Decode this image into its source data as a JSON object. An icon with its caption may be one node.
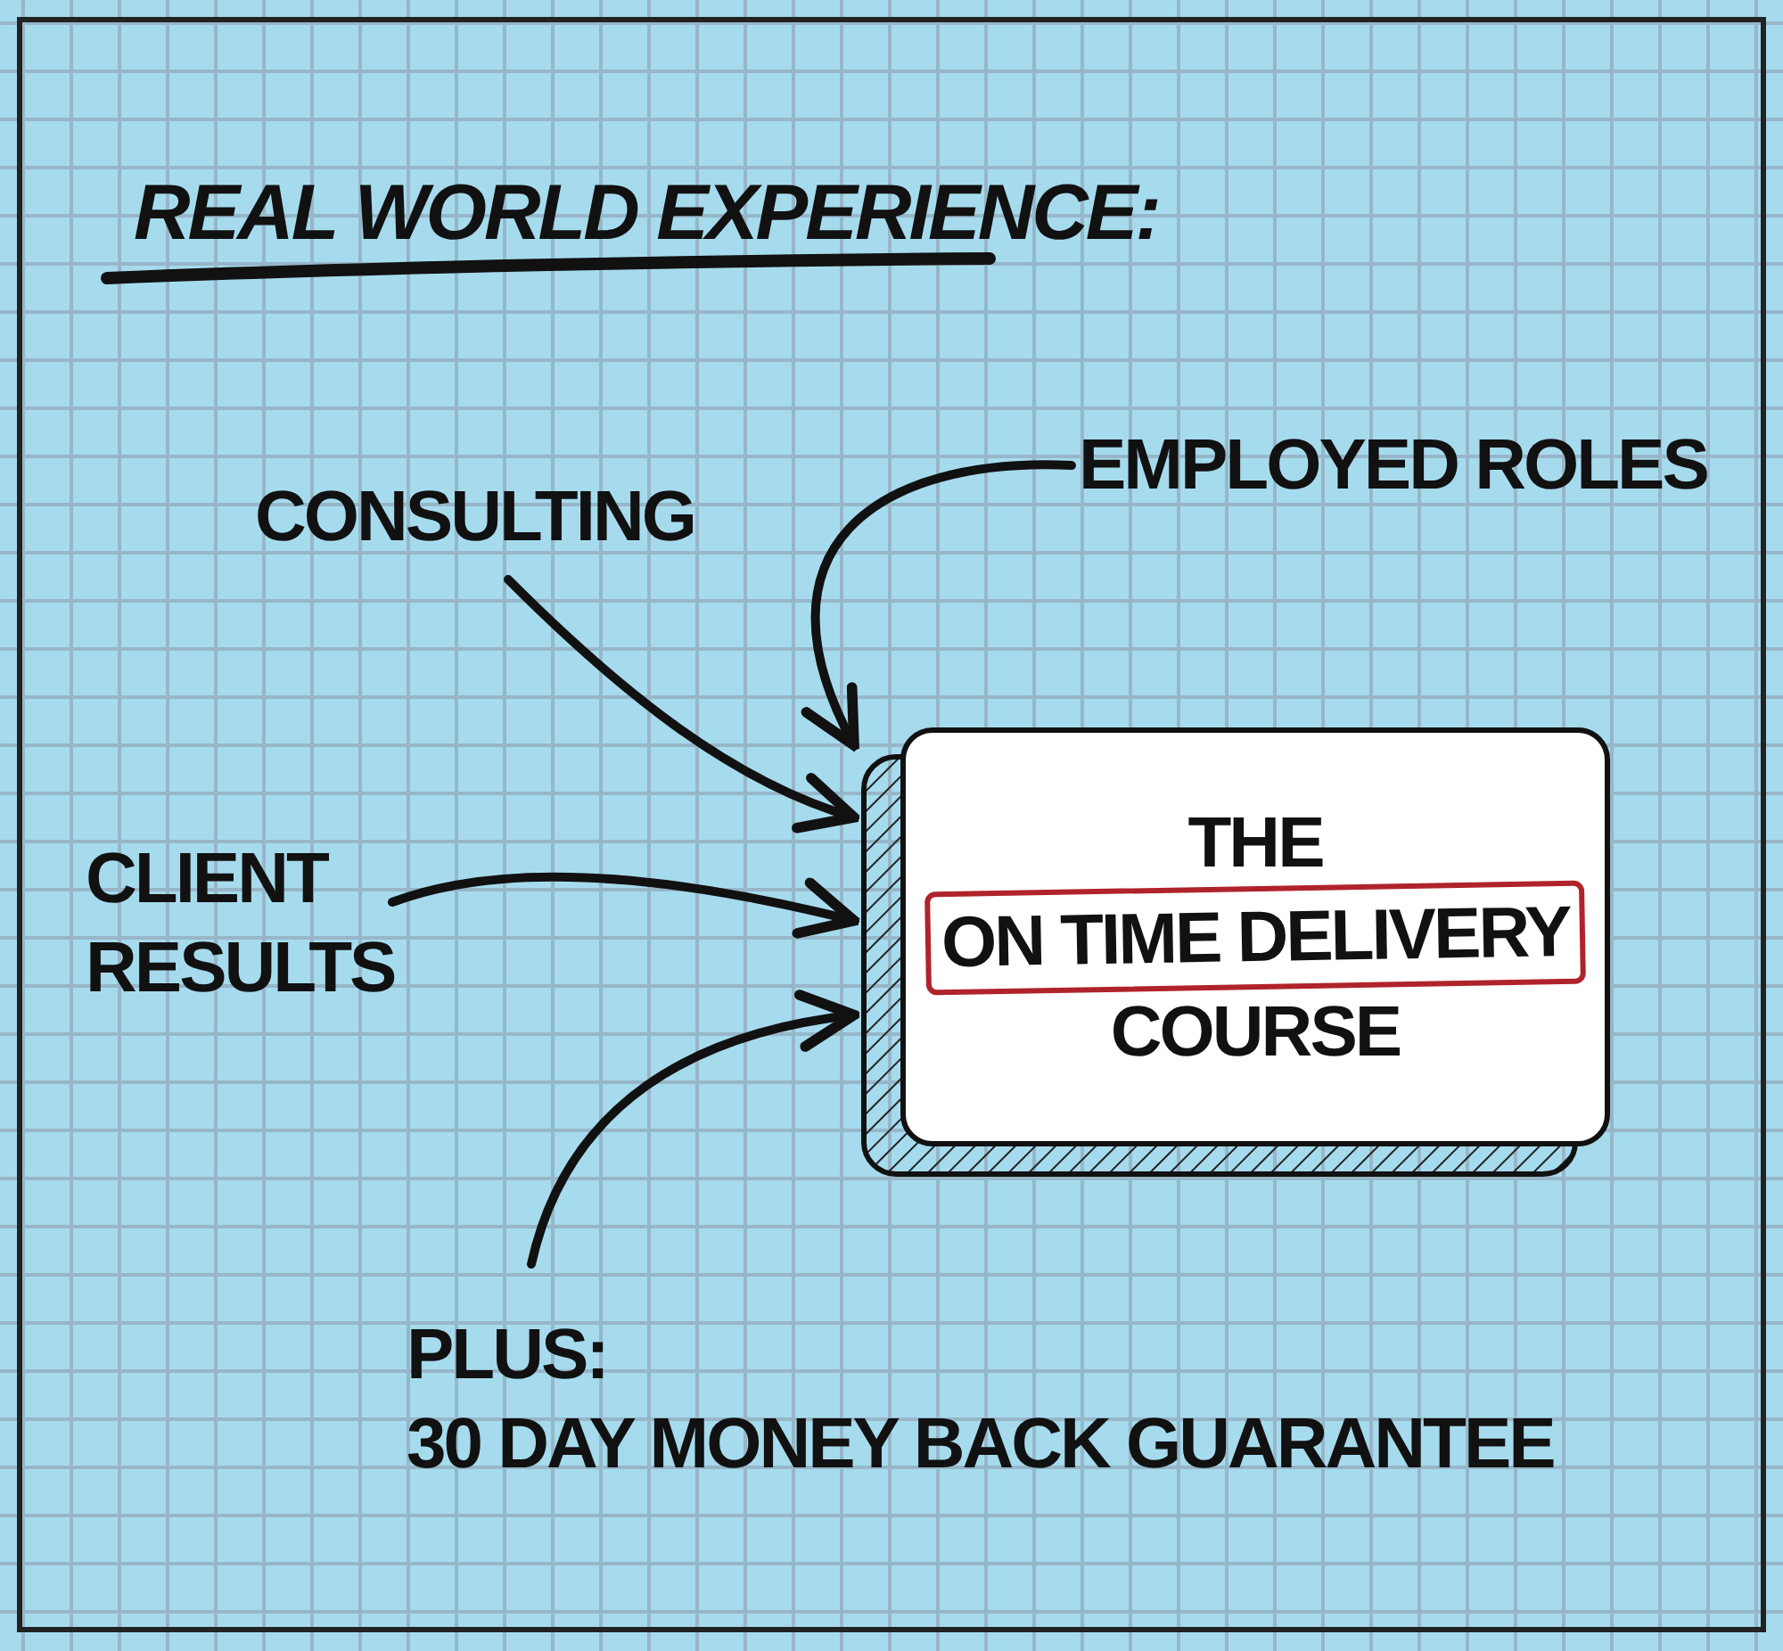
{
  "diagram": {
    "title": "REAL WORLD EXPERIENCE:",
    "nodes": [
      {
        "text": [
          "EMPLOYED ROLES"
        ]
      },
      {
        "text": [
          "CONSULTING"
        ]
      },
      {
        "text": [
          "CLIENT RESULTS"
        ]
      },
      {
        "text": [
          "THE",
          "ON TIME DELIVERY",
          "COURSE"
        ]
      },
      {
        "text": [
          "PLUS:",
          "30 DAY MONEY BACK GUARANTEE"
        ]
      }
    ],
    "edges": [
      {
        "from": 0,
        "to": 3,
        "arrow": "to"
      },
      {
        "from": 1,
        "to": 3,
        "arrow": "to"
      },
      {
        "from": 2,
        "to": 3,
        "arrow": "to"
      },
      {
        "from": 4,
        "to": 3,
        "arrow": "to"
      }
    ]
  }
}
